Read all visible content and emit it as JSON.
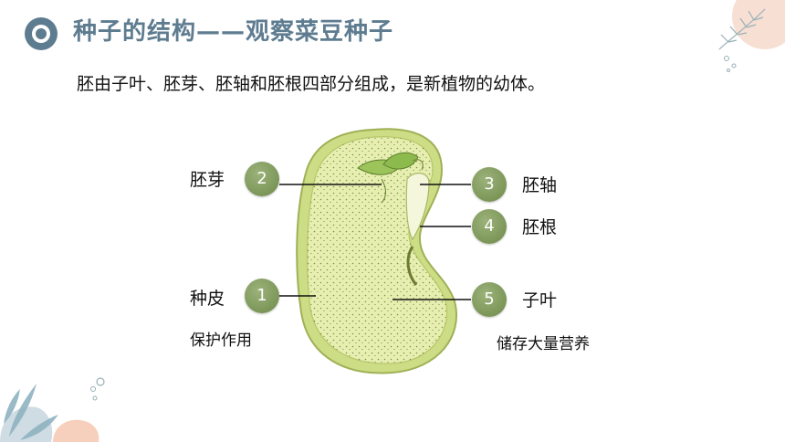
{
  "title": "种子的结构——观察菜豆种子",
  "subtitle": "胚由子叶、胚芽、胚轴和胚根四部分组成，是新植物的幼体。",
  "parts": [
    {
      "num": "2",
      "label": "胚芽"
    },
    {
      "num": "3",
      "label": "胚轴"
    },
    {
      "num": "4",
      "label": "胚根"
    },
    {
      "num": "1",
      "label": "种皮",
      "note": "保护作用"
    },
    {
      "num": "5",
      "label": "子叶",
      "note": "储存大量营养"
    }
  ],
  "colors": {
    "title": "#5e7c90",
    "badge": "#7c9658",
    "seed_fill": "#e2eca2",
    "seed_coat": "#c7d77c"
  },
  "icons": {
    "title_bullet": "ring-bullet-icon",
    "seed": "bean-seed-illustration"
  }
}
